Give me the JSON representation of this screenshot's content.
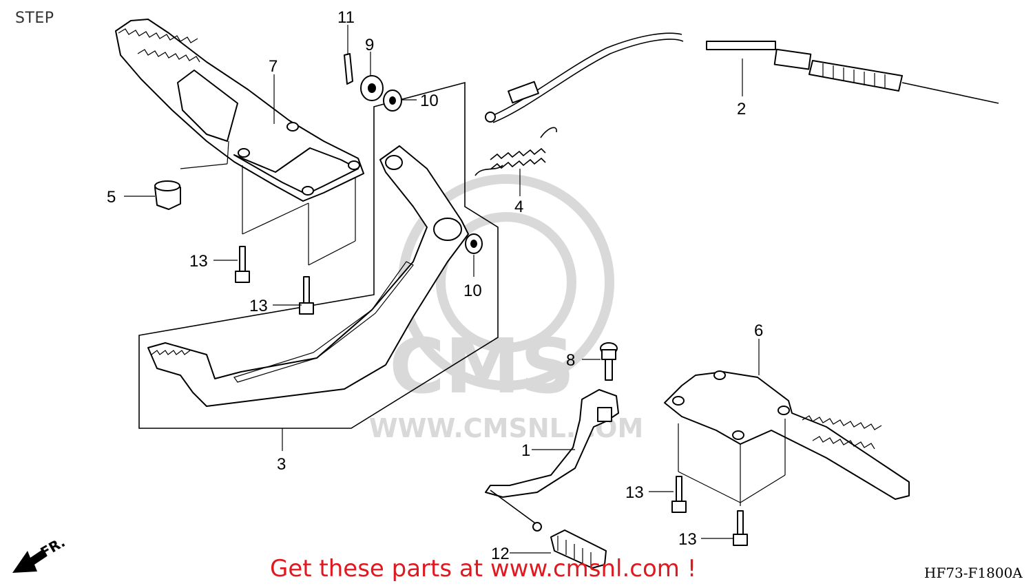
{
  "header": {
    "title": "STEP"
  },
  "diagram": {
    "code": "HF73-F1800A",
    "direction_label": "FR.",
    "watermark": {
      "logo_text": "CMS",
      "site_text": "WWW.CMSNL.COM"
    },
    "callouts": [
      "1",
      "2",
      "3",
      "4",
      "5",
      "6",
      "7",
      "8",
      "9",
      "10",
      "10",
      "11",
      "12",
      "13",
      "13",
      "13",
      "13"
    ]
  },
  "footer": {
    "promo_text": "Get these parts at www.cmsnl.com !"
  },
  "colors": {
    "promo": "#e0181f",
    "watermark": "#d9d9d9",
    "ink": "#000000"
  }
}
